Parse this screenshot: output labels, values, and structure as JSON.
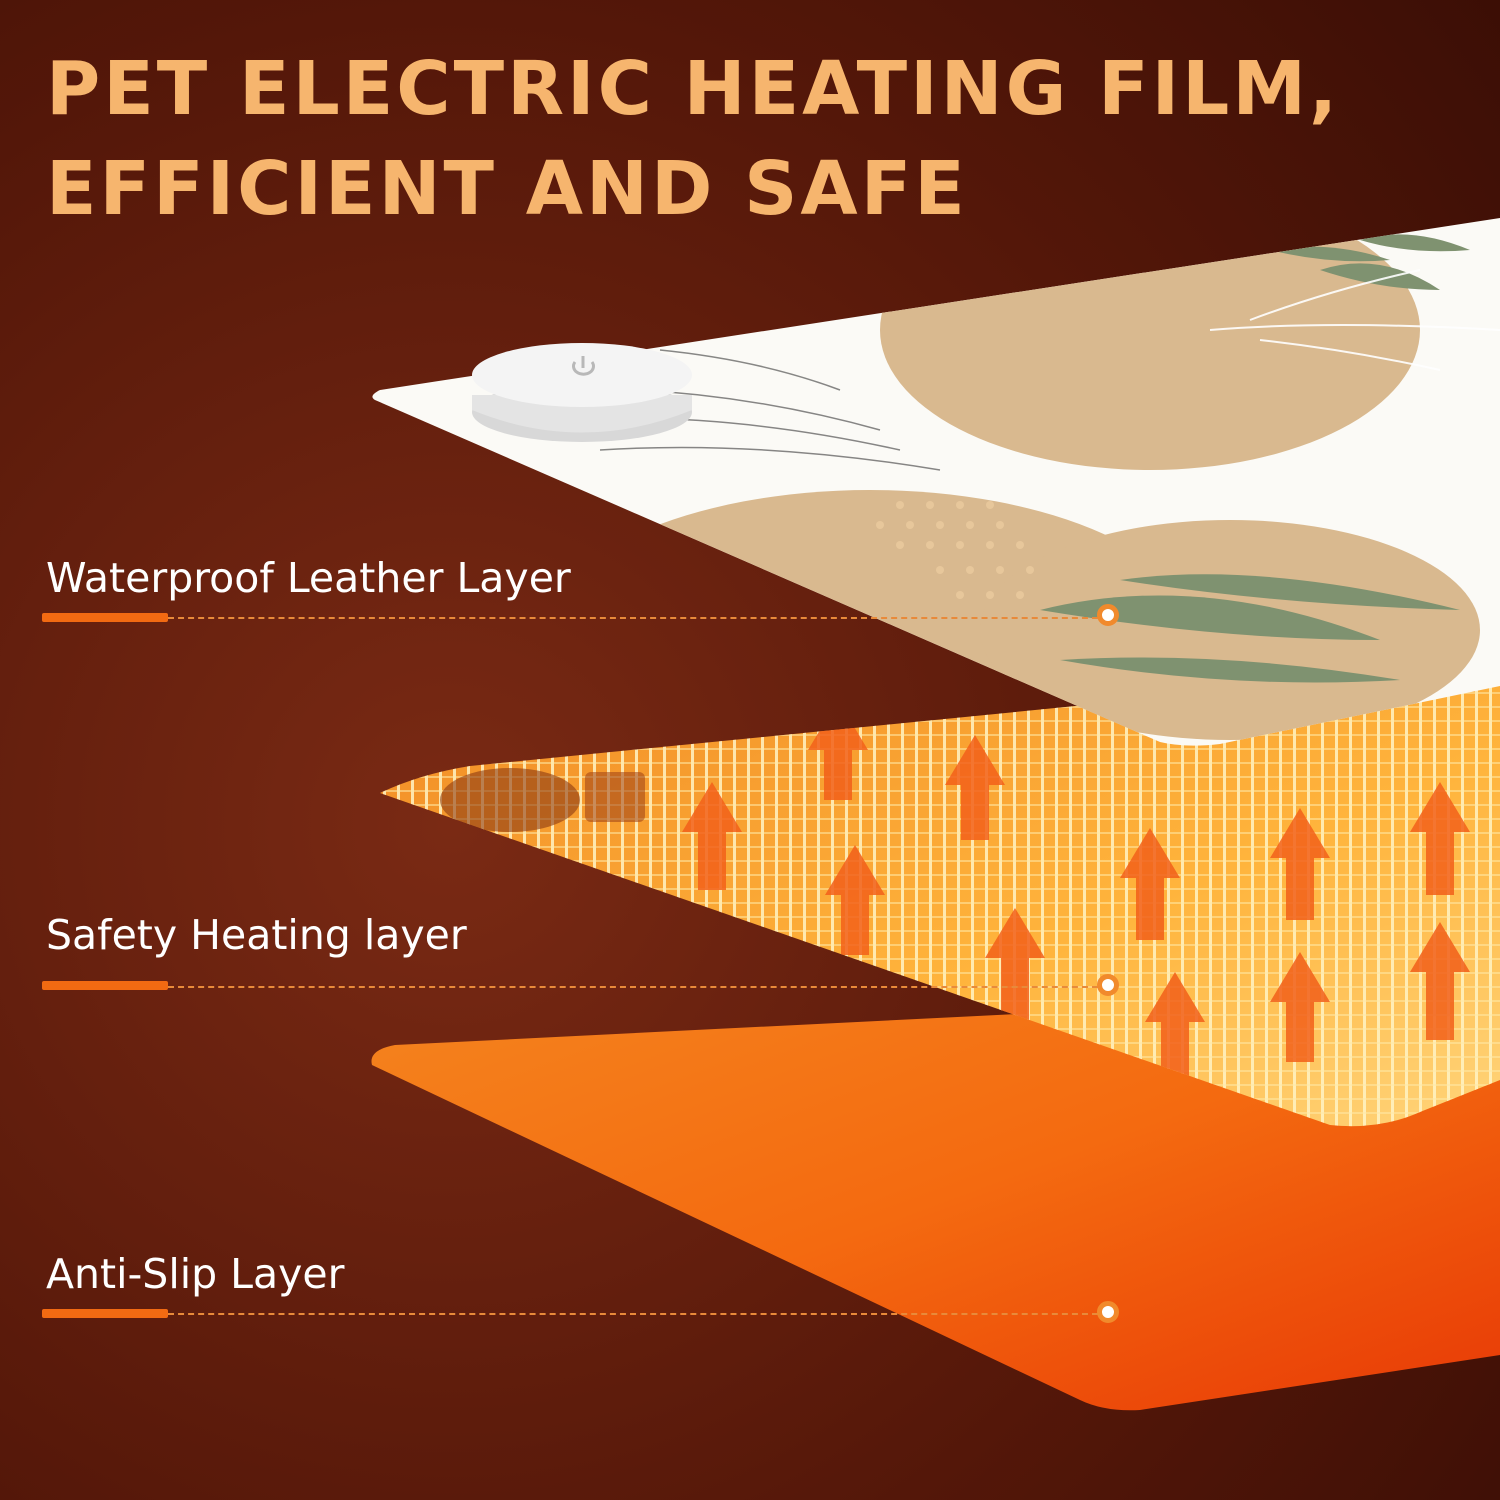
{
  "header": {
    "title_line1": "PET ELECTRIC HEATING FILM,",
    "title_line2": "EFFICIENT AND SAFE"
  },
  "layers": [
    {
      "label": "Waterproof Leather Layer"
    },
    {
      "label": "Safety Heating layer"
    },
    {
      "label": "Anti-Slip Layer"
    }
  ],
  "colors": {
    "background": "#4a1208",
    "headline": "#f6b56e",
    "accent": "#f26a12",
    "heating_glow": "#ffb43c",
    "leaf_green": "#7f9270",
    "tan": "#d9b98f"
  },
  "icons": [
    "power-icon"
  ]
}
